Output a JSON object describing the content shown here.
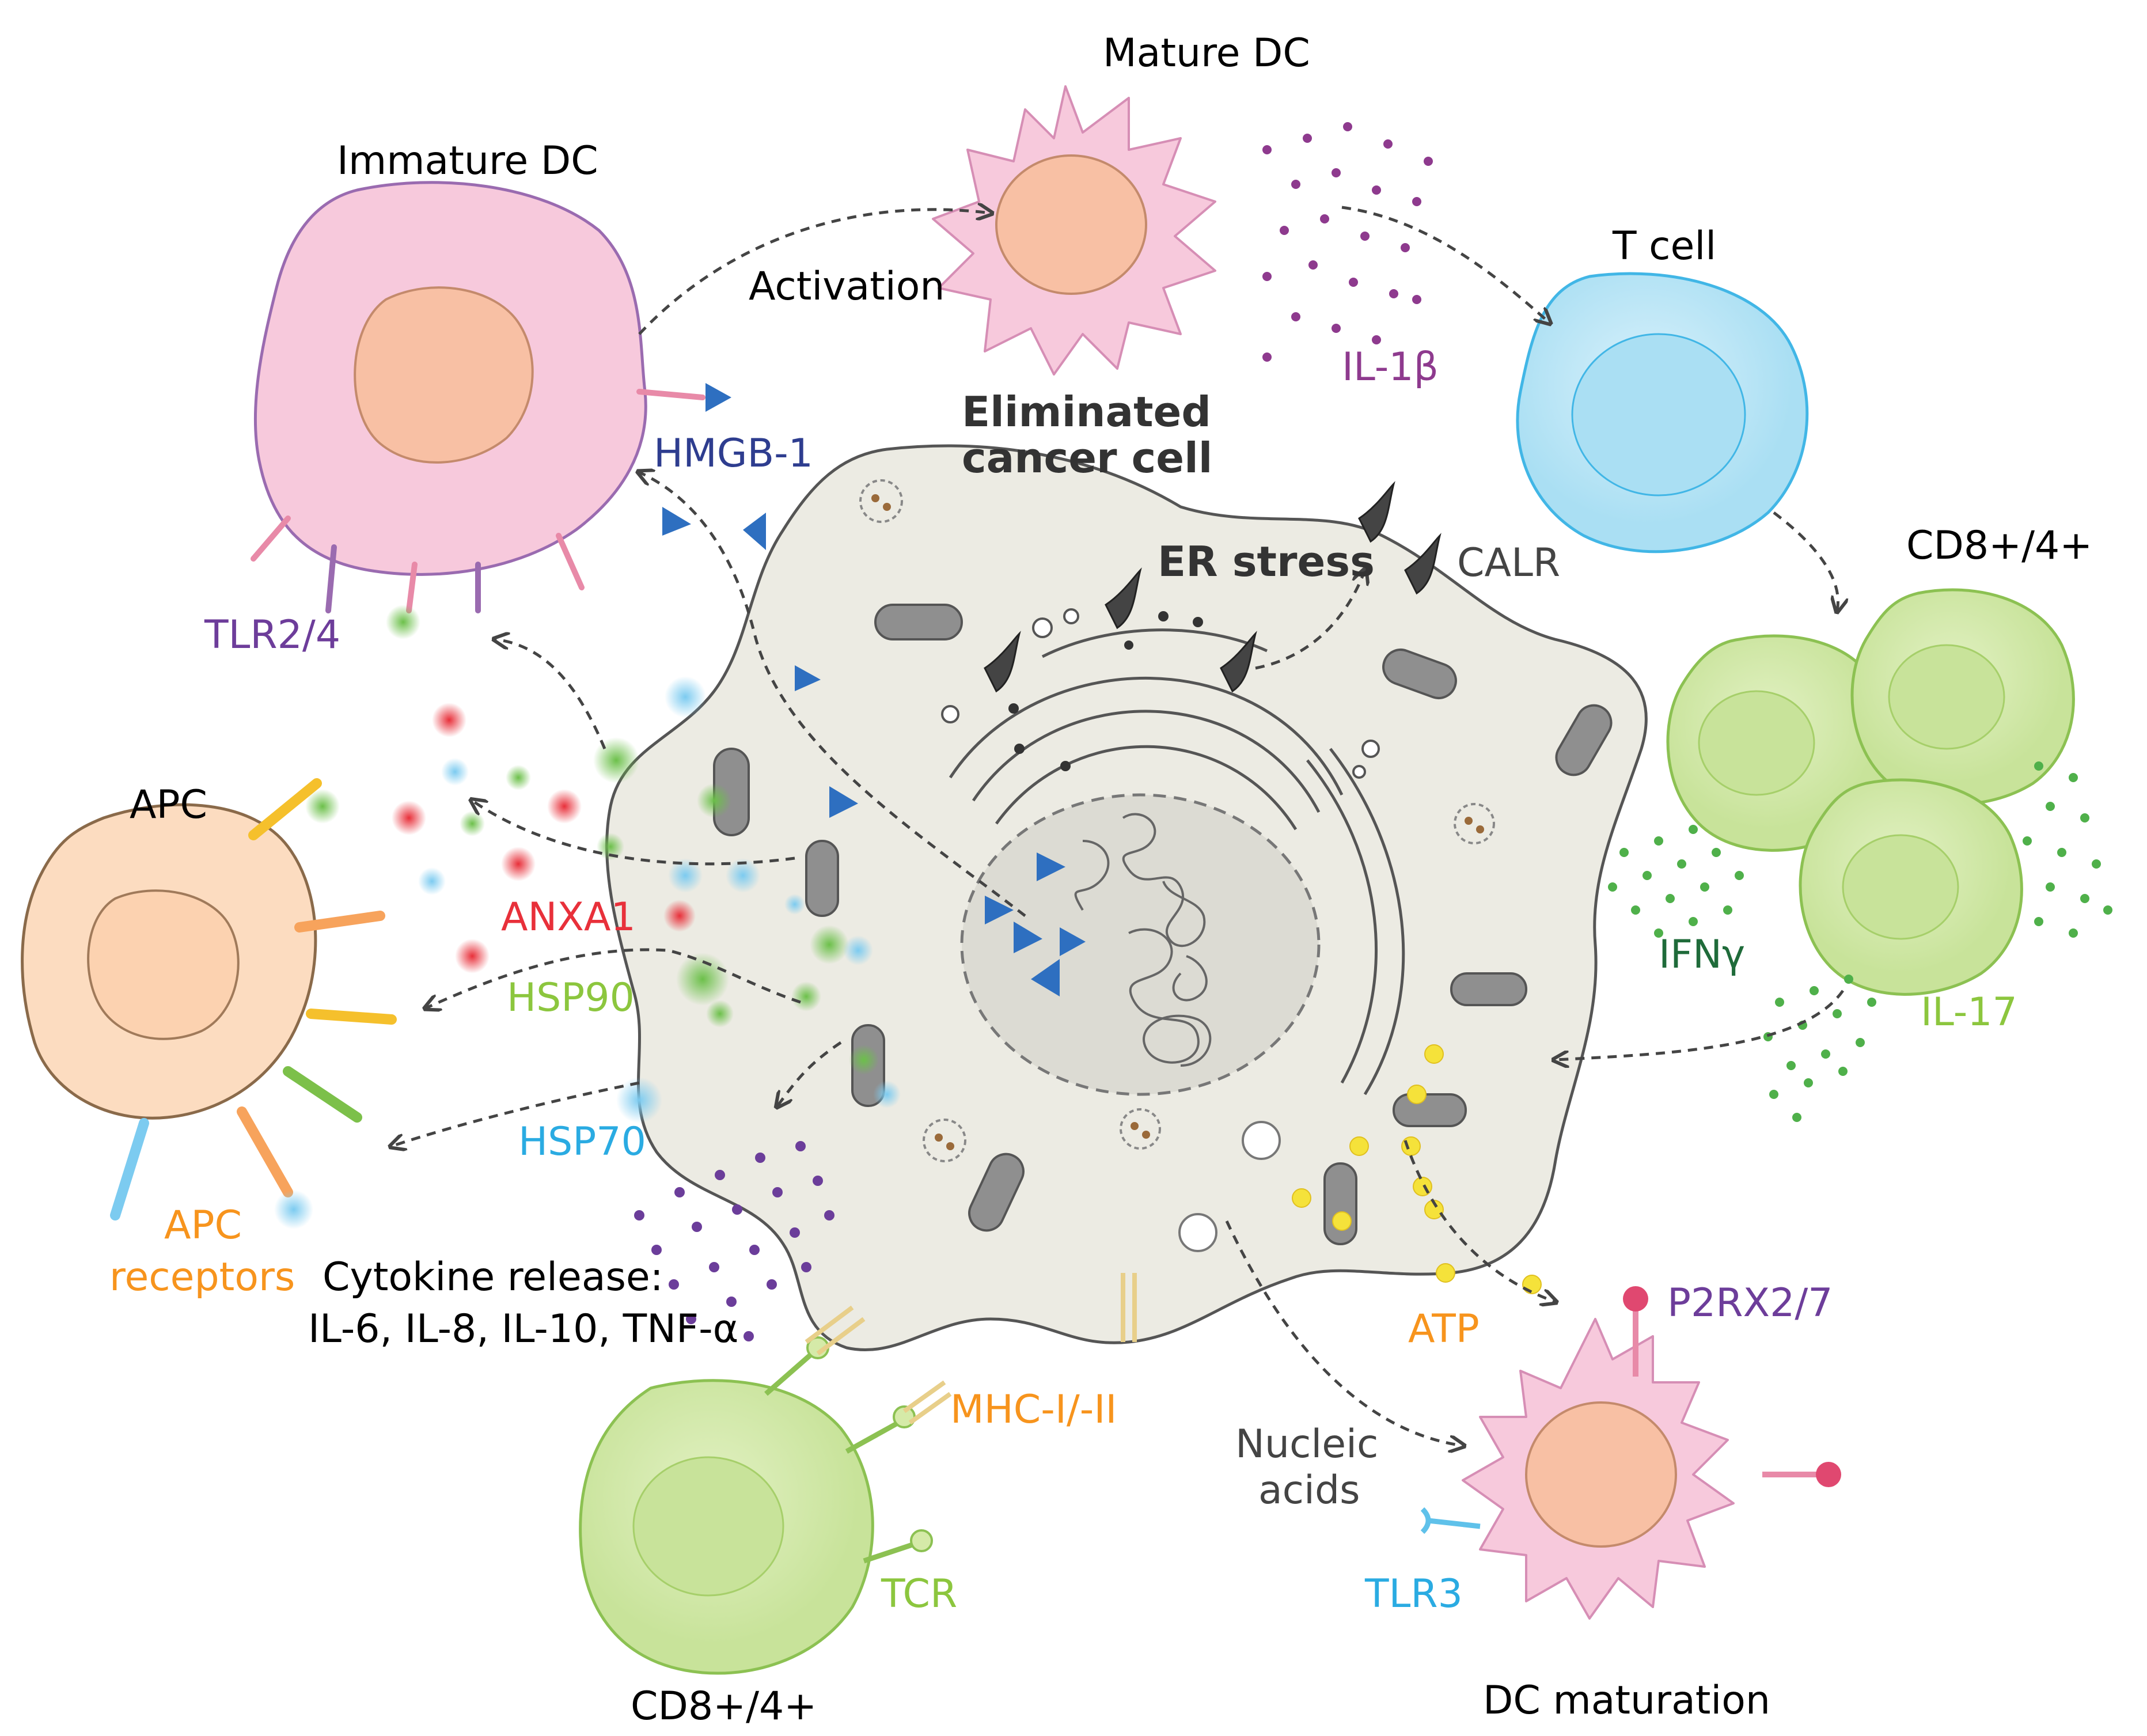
{
  "labels": {
    "immature_dc": "Immature DC",
    "mature_dc": "Mature DC",
    "activation": "Activation",
    "il1b": "IL-1β",
    "t_cell": "T cell",
    "hmgb1": "HMGB-1",
    "eliminated_1": "Eliminated",
    "eliminated_2": "cancer cell",
    "er_stress": "ER stress",
    "calr": "CALR",
    "cd8_right": "CD8+/4+",
    "tlr24": "TLR2/4",
    "apc": "APC",
    "anxa1": "ANXA1",
    "hsp90": "HSP90",
    "hsp70": "HSP70",
    "ifng": "IFNγ",
    "il17": "IL-17",
    "apc_receptors_1": "APC",
    "apc_receptors_2": "receptors",
    "cytokine_1": "Cytokine release:",
    "cytokine_2": "IL-6, IL-8, IL-10, TNF-α",
    "mhc": "MHC-I/-II",
    "atp": "ATP",
    "p2rx": "P2RX2/7",
    "nucleic_1": "Nucleic",
    "nucleic_2": "acids",
    "tcr": "TCR",
    "tlr3": "TLR3",
    "cd8_bottom": "CD8+/4+",
    "dc_maturation": "DC maturation"
  },
  "colors": {
    "dc_pink": "#f7c9dc",
    "dc_outline": "#9a6bb0",
    "nucleus_peach": "#f8c0a4",
    "tcell_blue": "#bfe6f6",
    "tcell_outline": "#41b6e6",
    "cd8_green": "#d5eaa8",
    "cd8_outline": "#8cc152",
    "apc_peach": "#fcdcc0",
    "apc_outline": "#8a6a4a",
    "cancer_fill": "#ecebe3",
    "cancer_outline": "#555555",
    "hmgb1_blue": "#2e6fc0",
    "il1b_purple": "#8e3a8e",
    "tlr_purple": "#6d3d9a",
    "anxa1_red": "#e8303a",
    "hsp90_green": "#8cc63e",
    "hsp70_blue": "#2aabe2",
    "ifng_dark_green": "#1f6b3a",
    "orange": "#f7941d",
    "atp_yellow": "#f5e23a"
  }
}
